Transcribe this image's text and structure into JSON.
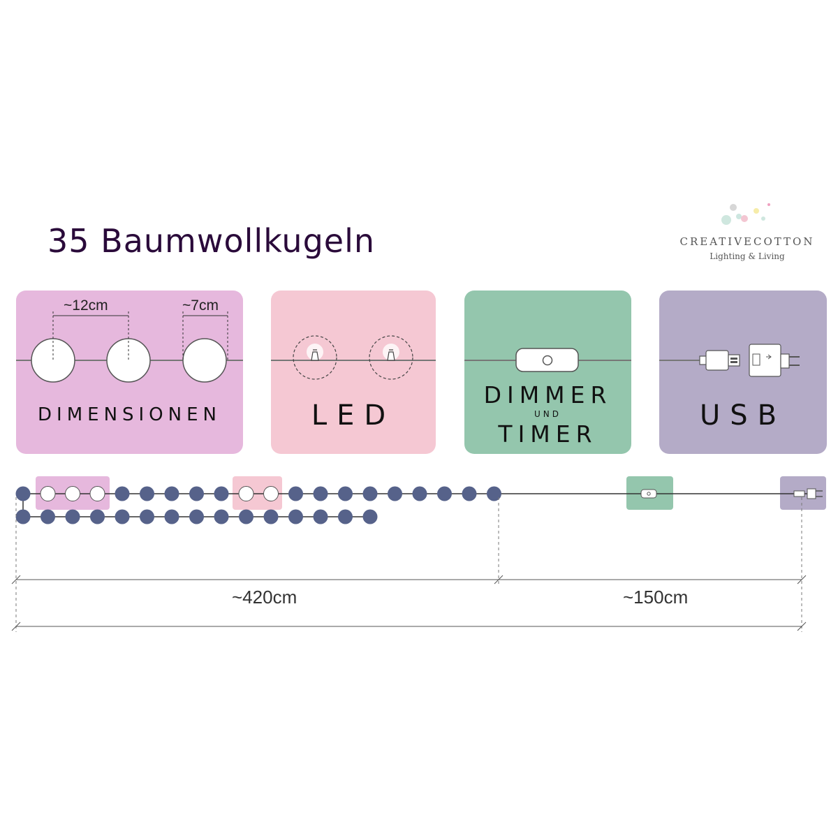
{
  "title": "35 Baumwollkugeln",
  "brand": {
    "name": "CREATIVECOTTON",
    "tagline": "Lighting & Living"
  },
  "colors": {
    "dimensions": "#e6b8dd",
    "led": "#f5c8d3",
    "dimmer": "#94c6ad",
    "usb": "#b4abc7",
    "ball": "#56628a",
    "text": "#2a0a3a"
  },
  "panels": {
    "dimensions": {
      "label": "DIMENSIONEN",
      "spacing": "~12cm",
      "diameter": "~7cm"
    },
    "led": {
      "label": "LED"
    },
    "dimmer": {
      "label_top": "DIMMER",
      "label_mid": "UND",
      "label_bottom": "TIMER"
    },
    "usb": {
      "label": "USB"
    }
  },
  "diagram": {
    "total_balls": 35,
    "row1_balls": 20,
    "row2_balls": 15,
    "cord_length": "~420cm",
    "lead_length": "~150cm"
  },
  "icons": [
    "led-bulb-icon",
    "switch-icon",
    "usb-plug-icon",
    "power-adapter-icon"
  ]
}
